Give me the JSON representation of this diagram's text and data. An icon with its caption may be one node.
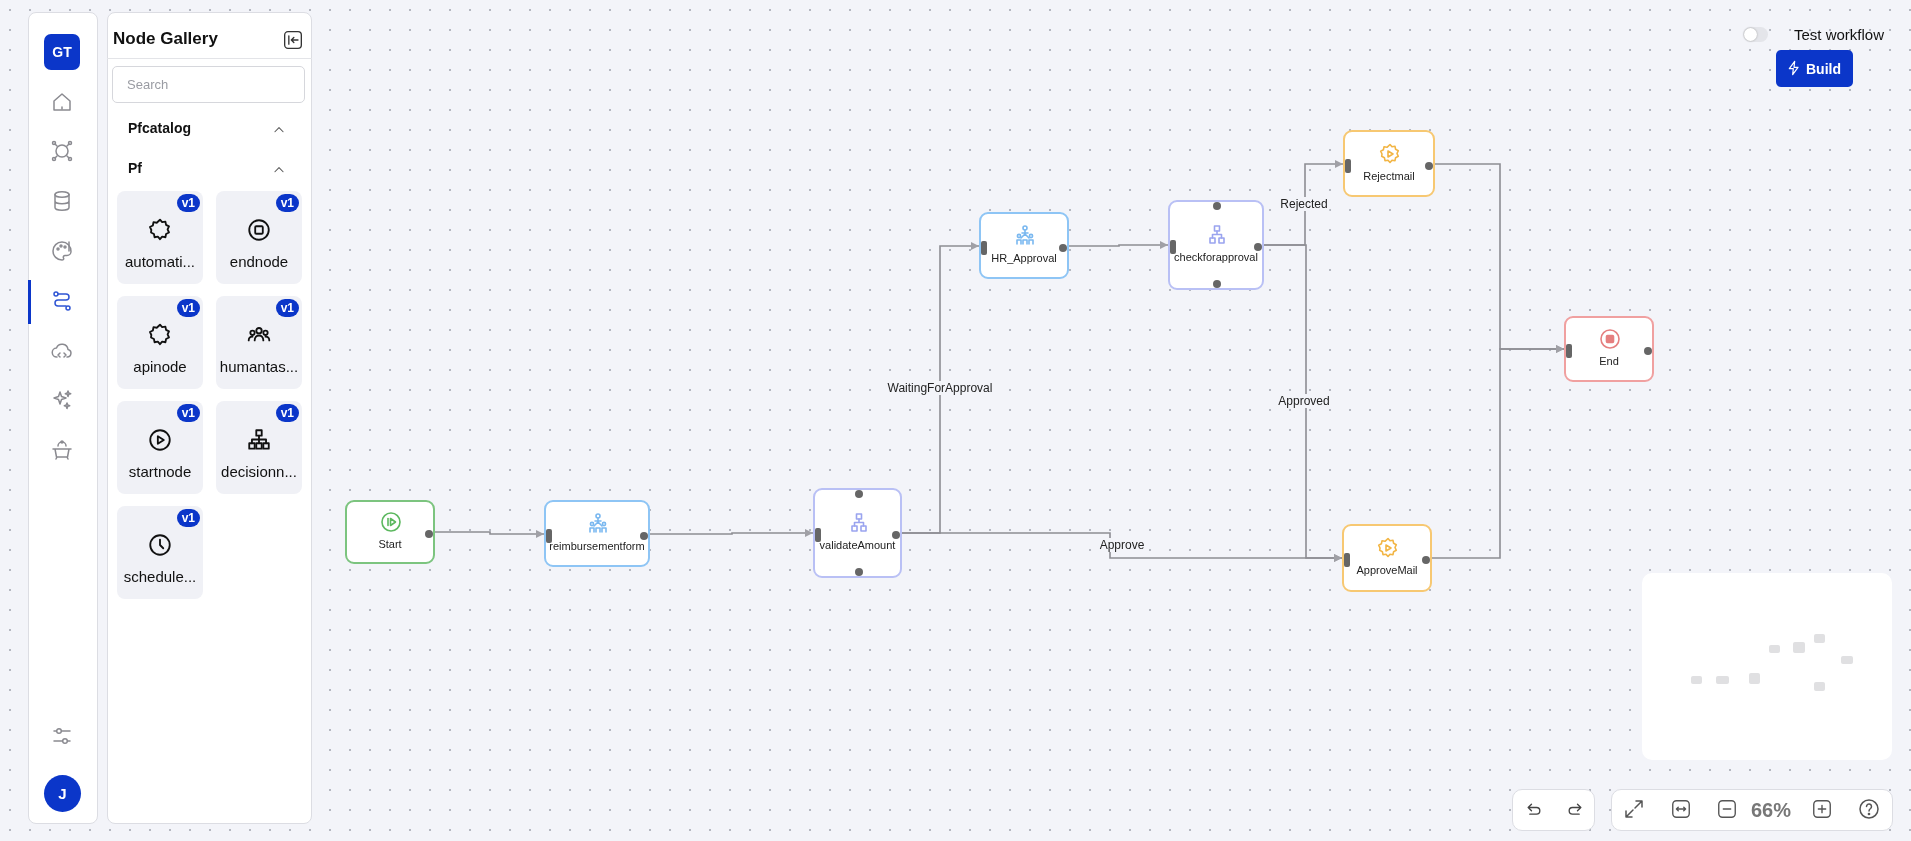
{
  "diagram": {
    "nodes": [
      {
        "text": [
          "Start"
        ]
      },
      {
        "text": [
          "reimbursementform"
        ]
      },
      {
        "text": [
          "validateAmount"
        ]
      },
      {
        "text": [
          "HR_Approval"
        ]
      },
      {
        "text": [
          "checkforapproval"
        ]
      },
      {
        "text": [
          "Rejectmail"
        ]
      },
      {
        "text": [
          "ApproveMail"
        ]
      },
      {
        "text": [
          "End"
        ]
      }
    ],
    "edges": [
      {
        "from": 0,
        "to": 1,
        "arrow": "to"
      },
      {
        "from": 1,
        "to": 2,
        "arrow": "to"
      },
      {
        "from": 2,
        "to": 3,
        "arrow": "to",
        "label": "WaitingForApproval"
      },
      {
        "from": 2,
        "to": 6,
        "arrow": "to",
        "label": "Approve"
      },
      {
        "from": 3,
        "to": 4,
        "arrow": "to"
      },
      {
        "from": 4,
        "to": 5,
        "arrow": "to",
        "label": "Rejected"
      },
      {
        "from": 4,
        "to": 6,
        "arrow": "to",
        "label": "Approved"
      },
      {
        "from": 5,
        "to": 7,
        "arrow": "to"
      },
      {
        "from": 6,
        "to": 7,
        "arrow": "to"
      }
    ],
    "labels": [
      "GT",
      "Node Gallery",
      "Search",
      "Pfcatalog",
      "Pf",
      "v1",
      "automati...",
      "v1",
      "endnode",
      "v1",
      "apinode",
      "v1",
      "humantas...",
      "v1",
      "startnode",
      "v1",
      "decisionn...",
      "v1",
      "schedule...",
      "J",
      "Test workflow",
      "Build",
      "66%"
    ]
  }
}
